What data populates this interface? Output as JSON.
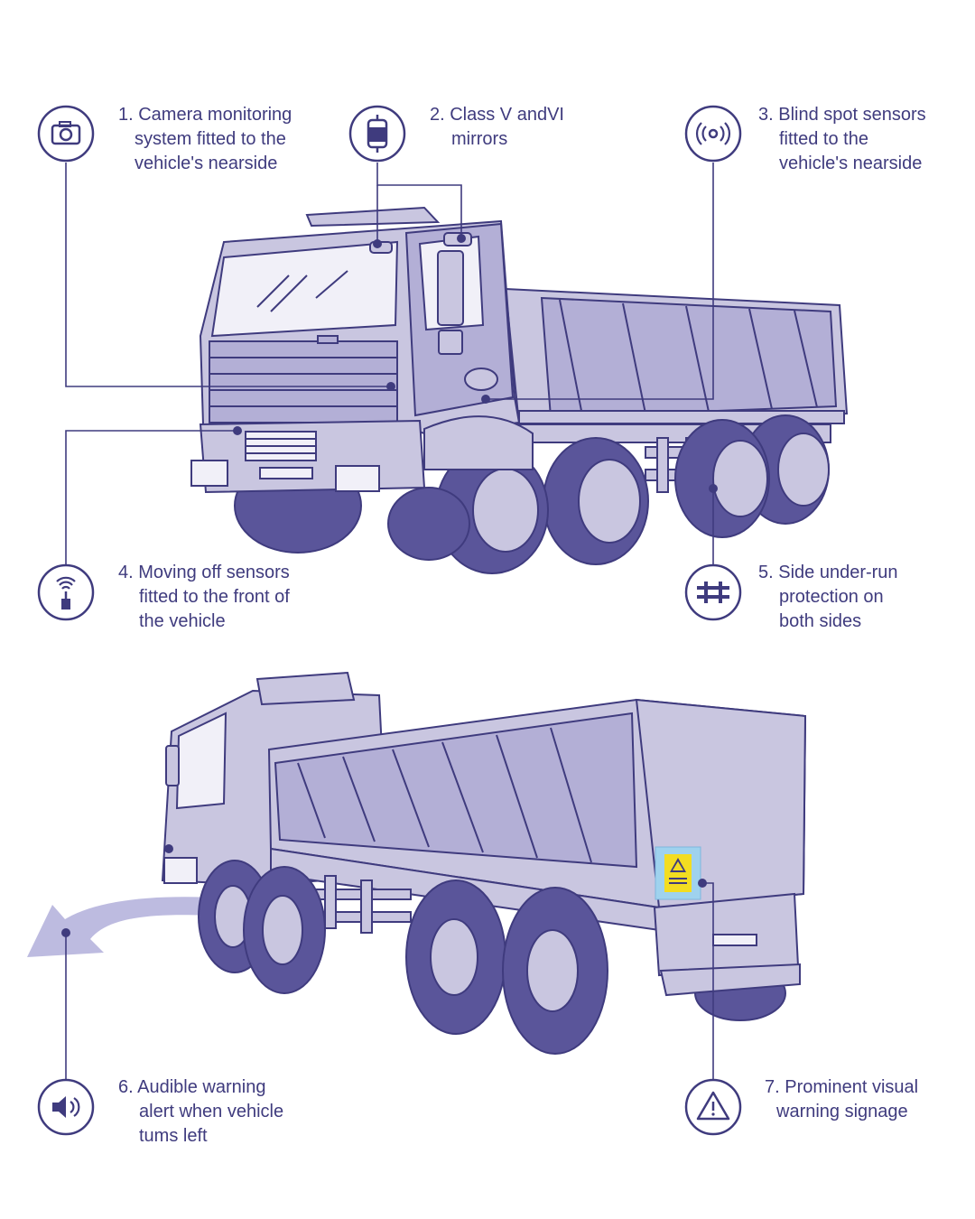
{
  "colors": {
    "ink": "#3f3b7e",
    "fill_light": "#c9c6e0",
    "fill_mid": "#a7a3cd",
    "fill_dark": "#5a559a",
    "arrow": "#bdbbe0",
    "sign_bg": "#9fd2ee",
    "sign_yellow": "#f3dd21"
  },
  "callouts": [
    {
      "icon": "camera-icon",
      "lines": [
        "1. Camera monitoring",
        "system fitted to the",
        "vehicle's nearside"
      ]
    },
    {
      "icon": "mirror-icon",
      "lines": [
        "2. Class V andVI",
        "mirrors"
      ]
    },
    {
      "icon": "sensor-waves-icon",
      "lines": [
        "3. Blind spot sensors",
        "fitted to the",
        "vehicle's nearside"
      ]
    },
    {
      "icon": "signal-sensor-icon",
      "lines": [
        "4. Moving off sensors",
        "fitted to the front of",
        "the vehicle"
      ]
    },
    {
      "icon": "barrier-icon",
      "lines": [
        "5. Side under-run",
        "protection on",
        "both sides"
      ]
    },
    {
      "icon": "speaker-icon",
      "lines": [
        "6. Audible warning",
        "alert when vehicle",
        "tums left"
      ]
    },
    {
      "icon": "warning-triangle-icon",
      "lines": [
        "7. Prominent visual",
        "warning signage"
      ]
    }
  ]
}
